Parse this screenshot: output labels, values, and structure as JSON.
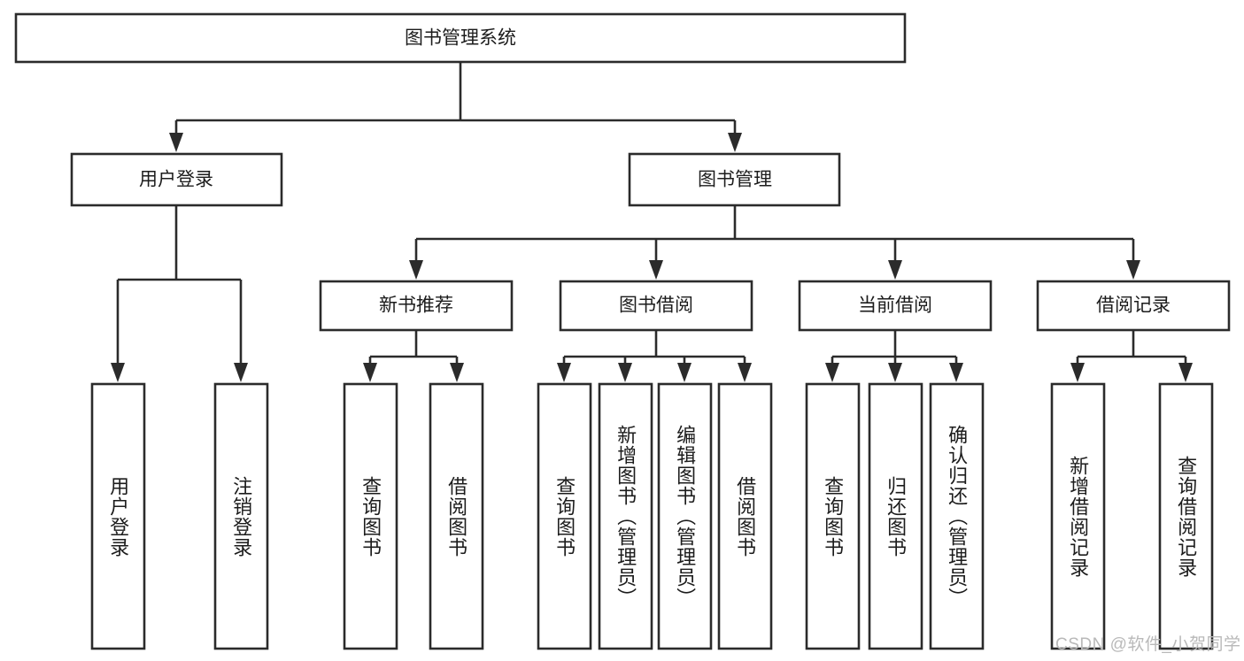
{
  "diagram": {
    "type": "tree-hierarchy",
    "title": "图书管理系统",
    "root": {
      "label": "图书管理系统",
      "orientation": "horizontal"
    },
    "level2": [
      {
        "label": "用户登录",
        "orientation": "horizontal"
      },
      {
        "label": "图书管理",
        "orientation": "horizontal"
      }
    ],
    "level3": [
      {
        "label": "新书推荐",
        "orientation": "horizontal",
        "parent": "图书管理"
      },
      {
        "label": "图书借阅",
        "orientation": "horizontal",
        "parent": "图书管理"
      },
      {
        "label": "当前借阅",
        "orientation": "horizontal",
        "parent": "图书管理"
      },
      {
        "label": "借阅记录",
        "orientation": "horizontal",
        "parent": "图书管理"
      }
    ],
    "leaves": {
      "user_login": [
        {
          "label": "用户登录",
          "orientation": "vertical"
        },
        {
          "label": "注销登录",
          "orientation": "vertical"
        }
      ],
      "new_book_recommend": [
        {
          "label": "查询图书",
          "orientation": "vertical"
        },
        {
          "label": "借阅图书",
          "orientation": "vertical"
        }
      ],
      "book_borrow": [
        {
          "label": "查询图书",
          "orientation": "vertical"
        },
        {
          "label": "新增图书（管理员）",
          "orientation": "vertical"
        },
        {
          "label": "编辑图书（管理员）",
          "orientation": "vertical"
        },
        {
          "label": "借阅图书",
          "orientation": "vertical"
        }
      ],
      "current_borrow": [
        {
          "label": "查询图书",
          "orientation": "vertical"
        },
        {
          "label": "归还图书",
          "orientation": "vertical"
        },
        {
          "label": "确认归还（管理员）",
          "orientation": "vertical"
        }
      ],
      "borrow_record": [
        {
          "label": "新增借阅记录",
          "orientation": "vertical"
        },
        {
          "label": "查询借阅记录",
          "orientation": "vertical"
        }
      ]
    }
  },
  "watermark": {
    "text": "CSDN @软件_小贺同学"
  },
  "colors": {
    "stroke": "#2b2b2b",
    "box_fill": "#ffffff",
    "text": "#1c1c1c",
    "watermark": "#b9b9b9",
    "background": "#ffffff"
  }
}
